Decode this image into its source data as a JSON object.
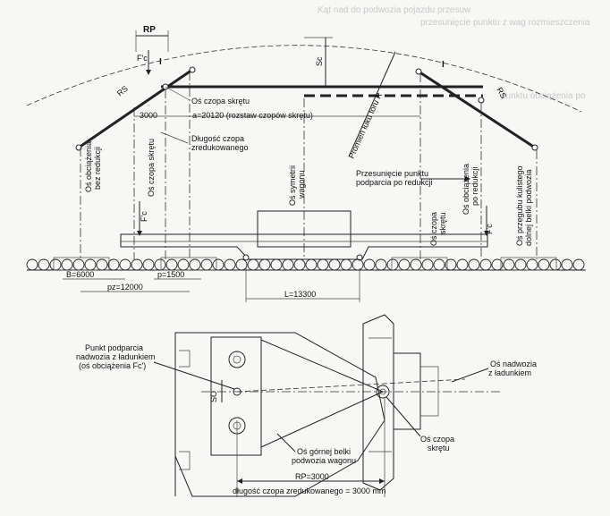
{
  "upper": {
    "rp_label": "RP",
    "fc_label": "F'c",
    "sc_label": "Sc",
    "rs_left": "RS",
    "rs_right": "RS",
    "os_czopa_skretu": "Oś czopa skrętu",
    "a_dimension": "a=20120 (rozstaw czopów skrętu)",
    "dim_3000": "3000",
    "dlugosc_czopa_line1": "Długość czopa",
    "dlugosc_czopa_line2": "zredukowanego",
    "promien_toru": "Promień łuku toru R",
    "przesuniecie_line1": "Przesunięcie punktu",
    "przesuniecie_line2": "podparcia po redukcji",
    "vlabel_obc_bez_1": "Oś obciążenia",
    "vlabel_obc_bez_2": "bez redukcji",
    "vlabel_czopa_left": "Oś czopa skrętu",
    "vlabel_fc_left": "F'c",
    "vlabel_symetrii_1": "Oś symetrii",
    "vlabel_symetrii_2": "wagonu",
    "vlabel_czopa_right_1": "Oś czopa",
    "vlabel_czopa_right_2": "skrętu",
    "vlabel_obc_po_1": "Oś obciążenia",
    "vlabel_obc_po_2": "po redukcji",
    "vlabel_fc_right": "F'c",
    "vlabel_przegubu_1": "Oś przegubu kulistego",
    "vlabel_przegubu_2": "dolnej belki podwozia",
    "dim_b": "B=6000",
    "dim_p": "p=1500",
    "dim_pz": "pz=12000",
    "dim_l": "L=13300"
  },
  "lower": {
    "punkt_line1": "Punkt podparcia",
    "punkt_line2": "nadwozia z ładunkiem",
    "punkt_line3": "(oś obciążenia Fc')",
    "so_label": "SO",
    "os_nadwozia_1": "Oś nadwozia",
    "os_nadwozia_2": "z ładunkiem",
    "os_gornej_1": "Oś górnej belki",
    "os_gornej_2": "podwozia wagonu",
    "os_czopa_1": "Oś czopa",
    "os_czopa_2": "skrętu",
    "rp_dim": "RP=3000",
    "bottom_caption": "długość czopa zredukowanego = 3000 mm"
  },
  "ghost_text": {
    "line1": "Kąt nad do podwozia pojazdu przesuw",
    "line2": "przesunięcie punktu z wag rozmieszczenia",
    "line3": "punktu obciążenia po"
  }
}
